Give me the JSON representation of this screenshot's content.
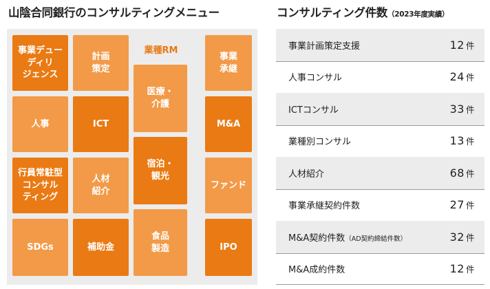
{
  "left_title": "山陰合同銀行のコンサルティングメニュー",
  "right_title": "コンサルティング件数",
  "right_title_note": "（2023年度実績）",
  "rm_label": "業種RM",
  "tiles": {
    "jigyo_due": "事業デュー\nディリ\nジェンス",
    "keikaku": "計画\n策定",
    "jinji": "人事",
    "ict": "ICT",
    "iryo": "医療・\n介護",
    "gyoin": "行員常駐型\nコンサル\nティング",
    "jinzai": "人材\n紹介",
    "shukuhaku": "宿泊・\n観光",
    "sdgs": "SDGs",
    "hojokin": "補助金",
    "shokuhin": "食品\n製造",
    "shokei": "事業\n承継",
    "ma": "M&A",
    "fund": "ファンド",
    "ipo": "IPO"
  },
  "counts": [
    {
      "label": "事業計画策定支援",
      "note": "",
      "value": "12",
      "unit": "件"
    },
    {
      "label": "人事コンサル",
      "note": "",
      "value": "24",
      "unit": "件"
    },
    {
      "label": "ICTコンサル",
      "note": "",
      "value": "33",
      "unit": "件"
    },
    {
      "label": "業種別コンサル",
      "note": "",
      "value": "13",
      "unit": "件"
    },
    {
      "label": "人材紹介",
      "note": "",
      "value": "68",
      "unit": "件"
    },
    {
      "label": "事業承継契約件数",
      "note": "",
      "value": "27",
      "unit": "件"
    },
    {
      "label": "M&A契約件数",
      "note": "（AD契約締結件数）",
      "value": "32",
      "unit": "件"
    },
    {
      "label": "M&A成約件数",
      "note": "",
      "value": "12",
      "unit": "件"
    }
  ],
  "colors": {
    "dark_orange": "#ea7a13",
    "light_orange": "#f29a48",
    "panel_gray": "#ececec"
  }
}
